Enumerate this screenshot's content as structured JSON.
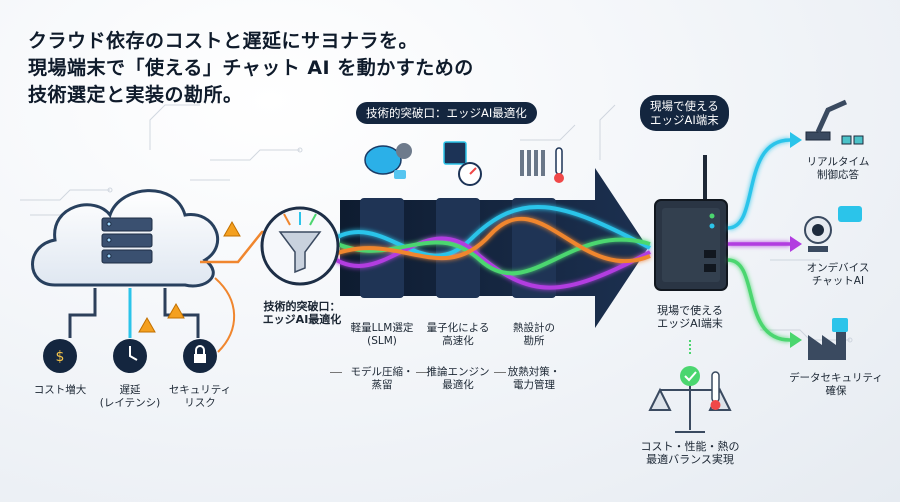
{
  "headline": [
    "クラウド依存のコストと遅延にサヨナラを。",
    "現場端末で「使える」チャット AI を動かすための",
    "技術選定と実装の勘所。"
  ],
  "center_banner": "技術的突破口：エッジAI最適化",
  "funnel_label": [
    "技術的突破口：",
    "エッジAI最適化"
  ],
  "cloud_issues": [
    {
      "label": [
        "コスト増大"
      ]
    },
    {
      "label": [
        "遅延",
        "(レイテンシ)"
      ]
    },
    {
      "label": [
        "セキュリティ",
        "リスク"
      ]
    }
  ],
  "techniques": [
    {
      "title": [
        "軽量LLM選定",
        "(SLM)"
      ],
      "detail": [
        "モデル圧縮・",
        "蒸留"
      ]
    },
    {
      "title": [
        "量子化による",
        "高速化"
      ],
      "detail": [
        "推論エンジン",
        "最適化"
      ]
    },
    {
      "title": [
        "熱設計の",
        "勘所"
      ],
      "detail": [
        "放熱対策・",
        "電力管理"
      ]
    }
  ],
  "device_banner": [
    "現場で使える",
    "エッジAI端末"
  ],
  "device_label": [
    "現場で使える",
    "エッジAI端末"
  ],
  "balance_label": [
    "コスト・性能・熱の",
    "最適バランス実現"
  ],
  "outcomes": [
    {
      "label": [
        "リアルタイム",
        "制御応答"
      ]
    },
    {
      "label": [
        "オンデバイス",
        "チャットAI"
      ]
    },
    {
      "label": [
        "データセキュリティ",
        "確保"
      ]
    }
  ],
  "colors": {
    "navy": "#14263f",
    "cyan": "#2bc4ea",
    "purple": "#b23de0",
    "green": "#4bd66f",
    "orange": "#f0862e",
    "warning": "#f4a020"
  }
}
